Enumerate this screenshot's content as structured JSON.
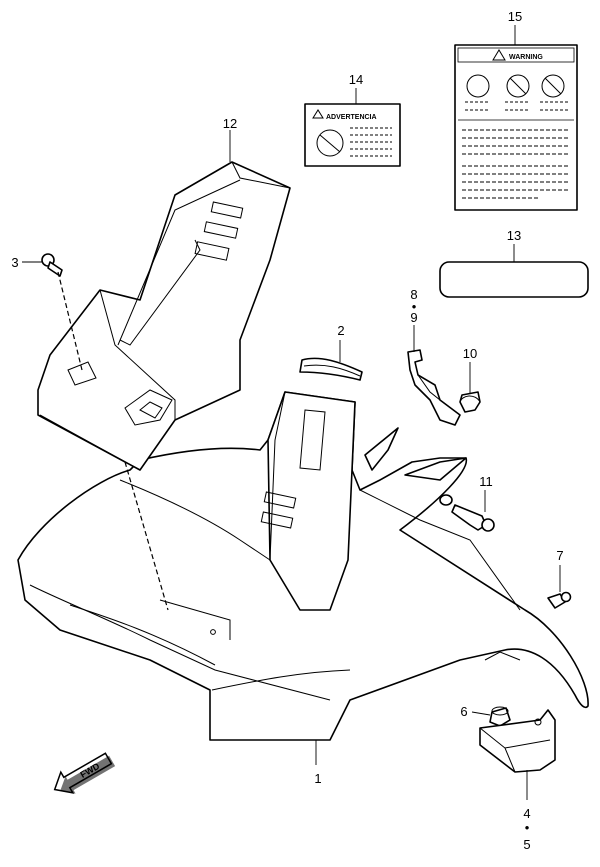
{
  "diagram": {
    "callouts": [
      "1",
      "2",
      "3",
      "4",
      "5",
      "6",
      "7",
      "8",
      "9",
      "10",
      "11",
      "12",
      "13",
      "14",
      "15"
    ],
    "dot_separator": "•",
    "labels": {
      "warning_title": "WARNING",
      "advertencia_title": "ADVERTENCIA",
      "fwd_arrow": "FWD"
    },
    "colors": {
      "line": "#000000",
      "background": "#ffffff"
    }
  }
}
